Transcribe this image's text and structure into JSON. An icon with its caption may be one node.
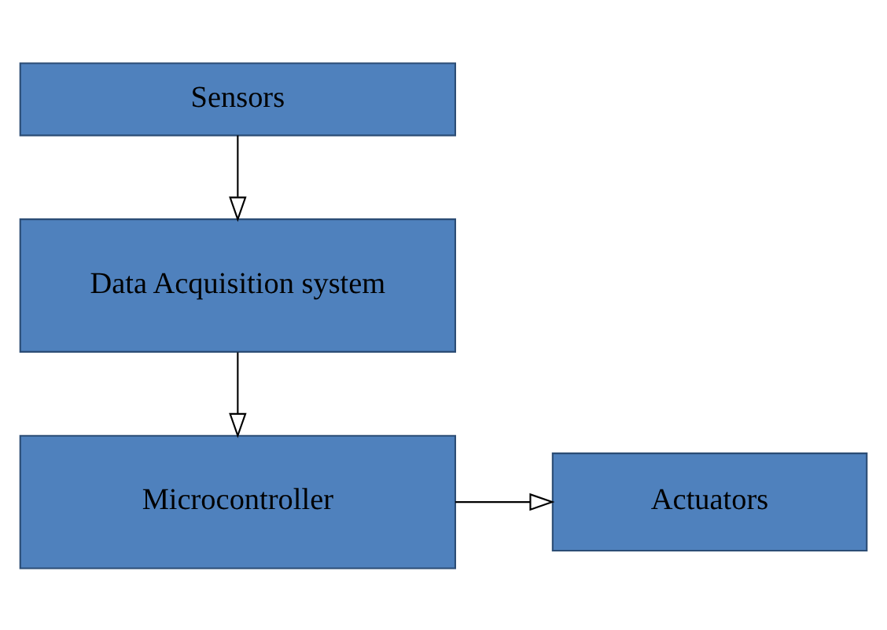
{
  "diagram": {
    "nodes": [
      {
        "text": [
          "Sensors"
        ]
      },
      {
        "text": [
          "Data Acquisition system"
        ]
      },
      {
        "text": [
          "Microcontroller"
        ]
      },
      {
        "text": [
          "Actuators"
        ]
      }
    ],
    "edges": [
      {
        "from": 0,
        "to": 1,
        "arrow": "to"
      },
      {
        "from": 1,
        "to": 2,
        "arrow": "to"
      },
      {
        "from": 2,
        "to": 3,
        "arrow": "to"
      }
    ]
  }
}
